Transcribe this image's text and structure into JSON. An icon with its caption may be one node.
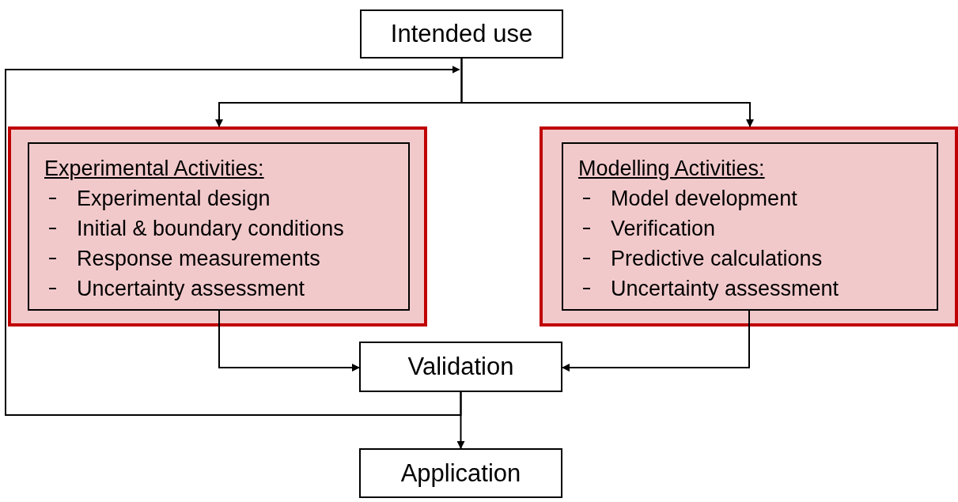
{
  "diagram": {
    "nodes": [
      {
        "text": [
          "Intended use"
        ]
      },
      {
        "text": [],
        "shape": "box"
      },
      {
        "text": [
          "Experimental Activities:",
          "Experimental design",
          "Initial & boundary conditions",
          "Response measurements",
          "Uncertainty assessment"
        ],
        "in": 1
      },
      {
        "text": [],
        "shape": "box"
      },
      {
        "text": [
          "Modelling Activities:",
          "Model development",
          "Verification",
          "Predictive calculations",
          "Uncertainty assessment"
        ],
        "in": 3
      },
      {
        "text": [
          "Validation"
        ]
      },
      {
        "text": [
          "Application"
        ]
      }
    ],
    "edges": [
      {
        "from": 0,
        "to": 1,
        "arrow": "to"
      },
      {
        "from": 0,
        "to": 3,
        "arrow": "to"
      },
      {
        "from": 2,
        "to": 5,
        "arrow": "to"
      },
      {
        "from": 4,
        "to": 5,
        "arrow": "to"
      },
      {
        "from": 5,
        "to": 6,
        "arrow": "to"
      },
      {
        "from": 5,
        "to": 0,
        "arrow": "to"
      }
    ]
  }
}
